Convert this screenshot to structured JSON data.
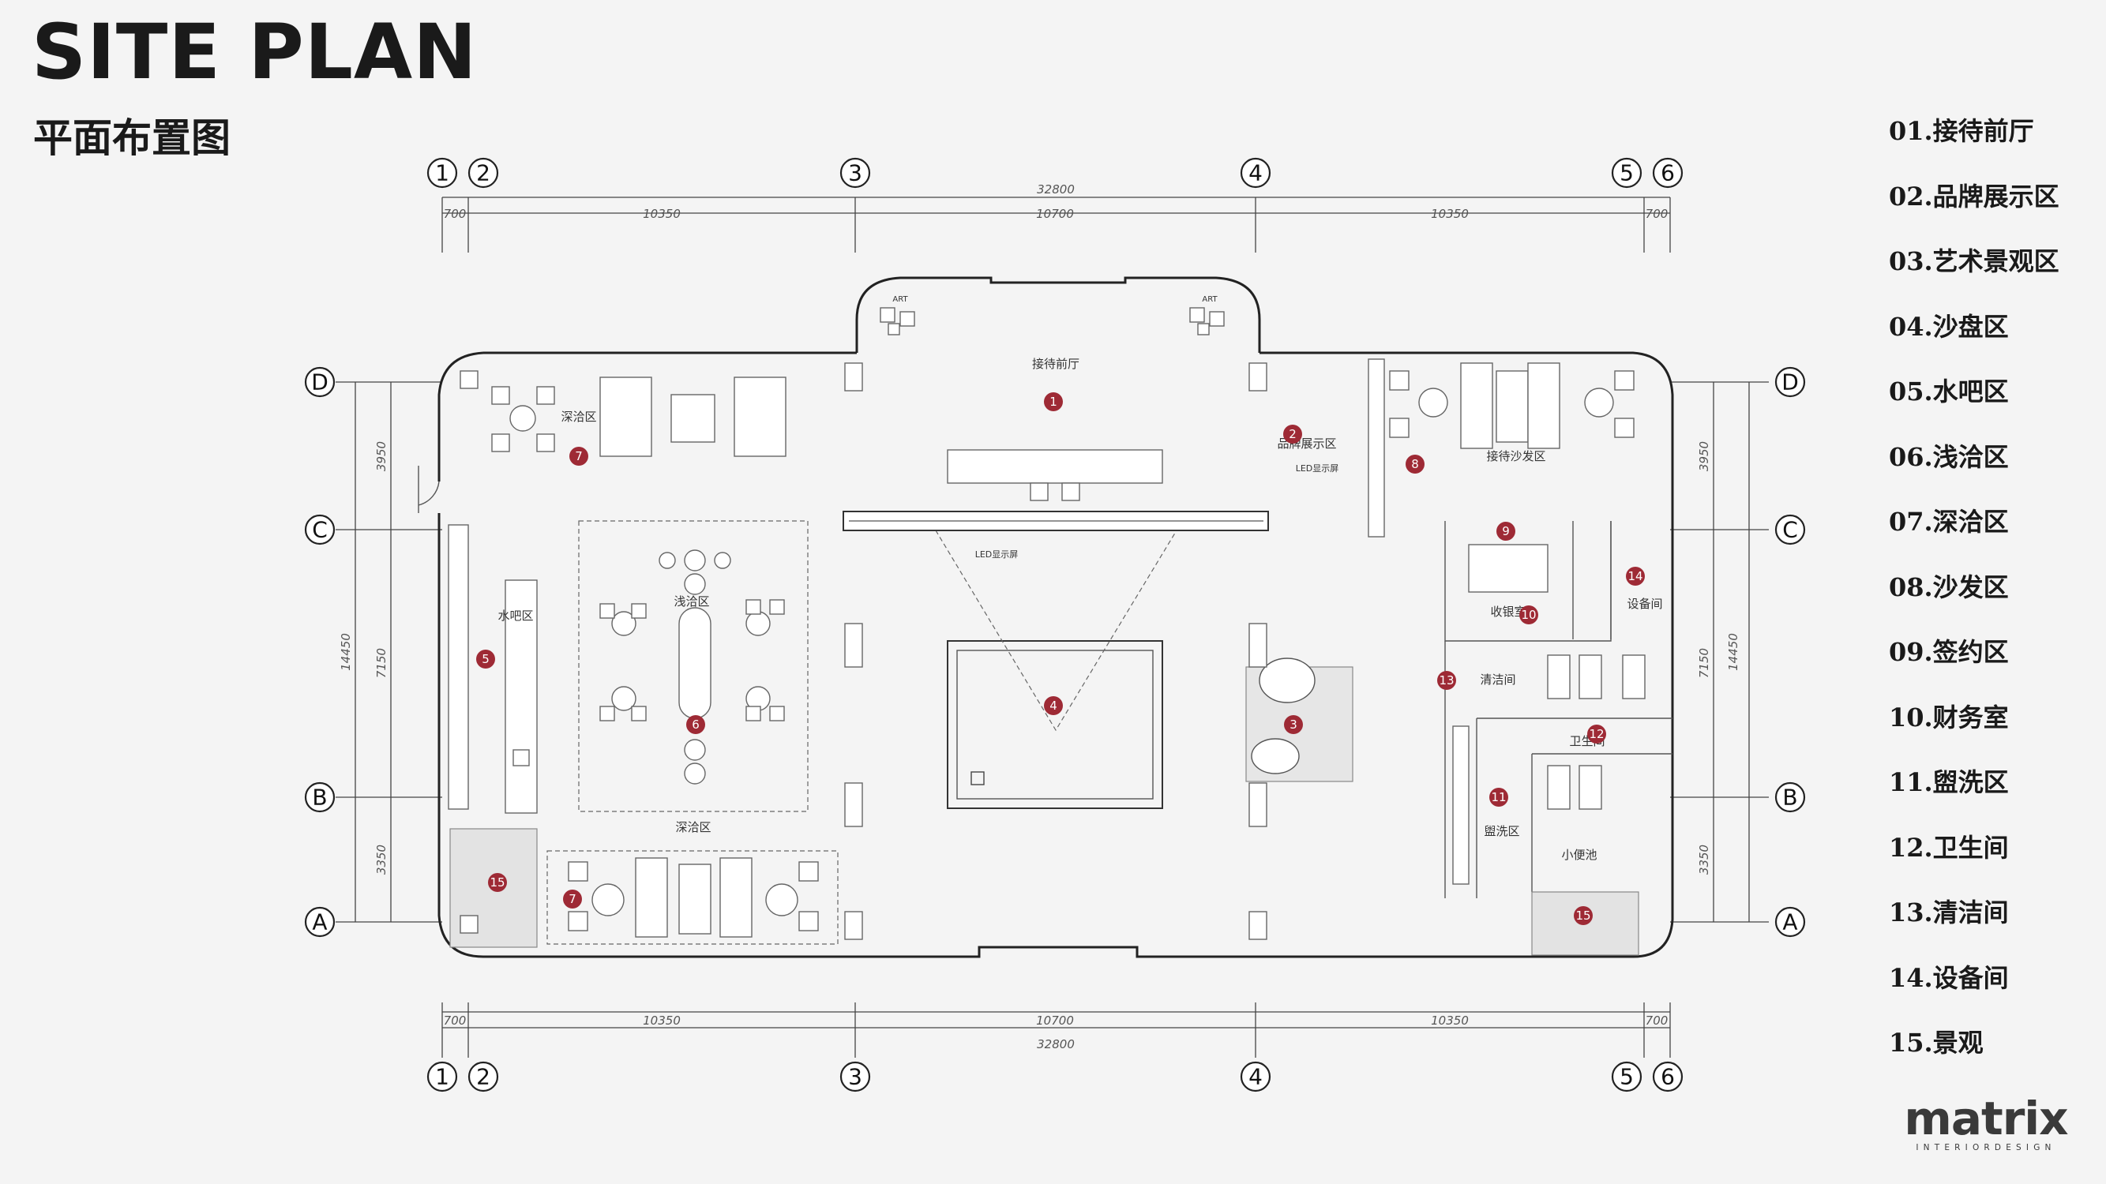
{
  "header": {
    "title": "SITE PLAN",
    "subtitle": "平面布置图"
  },
  "legend": [
    "01.接待前厅",
    "02.品牌展示区",
    "03.艺术景观区",
    "04.沙盘区",
    "05.水吧区",
    "06.浅洽区",
    "07.深洽区",
    "08.沙发区",
    "09.签约区",
    "10.财务室",
    "11.盥洗区",
    "12.卫生间",
    "13.清洁间",
    "14.设备间",
    "15.景观"
  ],
  "axes": {
    "columns": [
      "1",
      "2",
      "3",
      "4",
      "5",
      "6"
    ],
    "rows": [
      "D",
      "C",
      "B",
      "A"
    ]
  },
  "dimensions": {
    "total_width": "32800",
    "segments": [
      "700",
      "10350",
      "10700",
      "10350",
      "700"
    ],
    "total_depth": "14450",
    "depth_segments": [
      "3950",
      "7150",
      "3350"
    ]
  },
  "room_labels": {
    "reception": "接待前厅",
    "brand_display": "品牌展示区",
    "led_screen_right": "LED显示屏",
    "led_screen_center": "LED显示屏",
    "deep_talk_top": "深洽区",
    "deep_talk_bottom": "深洽区",
    "shallow_talk": "浅洽区",
    "water_bar": "水吧区",
    "sofa_reception": "接待沙发区",
    "cashier": "收银室",
    "equipment": "设备间",
    "cleaning": "清洁间",
    "restroom": "卫生间",
    "washroom": "盥洗区",
    "urinal": "小便池",
    "art_left": "ART",
    "art_right": "ART"
  },
  "markers": [
    "1",
    "2",
    "3",
    "4",
    "5",
    "6",
    "7",
    "7",
    "8",
    "9",
    "10",
    "11",
    "12",
    "13",
    "14",
    "15",
    "15"
  ],
  "logo": {
    "name": "matrix",
    "tagline": "INTERIORDESIGN"
  },
  "colors": {
    "marker": "#9e2a35",
    "background": "#f4f4f4",
    "line": "#222222"
  }
}
